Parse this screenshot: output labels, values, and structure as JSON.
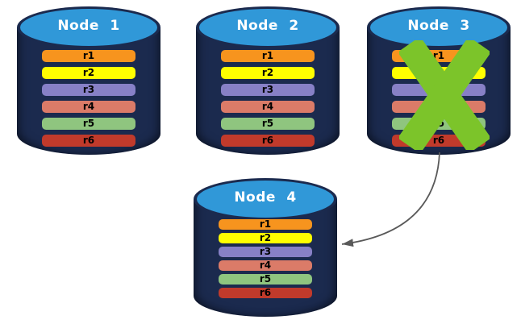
{
  "diagram": {
    "colors": {
      "cylinder_body": "#1B2A4E",
      "cylinder_top": "#3098D8",
      "failure_x": "#7CC42A",
      "arrow": "#595959"
    },
    "nodes": [
      {
        "title": "Node 1",
        "failed": false,
        "records": [
          {
            "label": "r1",
            "color": "#F7941E"
          },
          {
            "label": "r2",
            "color": "#FFFF00"
          },
          {
            "label": "r3",
            "color": "#8780C6"
          },
          {
            "label": "r4",
            "color": "#DB7B68"
          },
          {
            "label": "r5",
            "color": "#8FC57F"
          },
          {
            "label": "r6",
            "color": "#C13A2B"
          }
        ]
      },
      {
        "title": "Node 2",
        "failed": false,
        "records": [
          {
            "label": "r1",
            "color": "#F7941E"
          },
          {
            "label": "r2",
            "color": "#FFFF00"
          },
          {
            "label": "r3",
            "color": "#8780C6"
          },
          {
            "label": "r4",
            "color": "#DB7B68"
          },
          {
            "label": "r5",
            "color": "#8FC57F"
          },
          {
            "label": "r6",
            "color": "#C13A2B"
          }
        ]
      },
      {
        "title": "Node 3",
        "failed": true,
        "records": [
          {
            "label": "r1",
            "color": "#F7941E"
          },
          {
            "label": "r2",
            "color": "#FFFF00"
          },
          {
            "label": "r3",
            "color": "#8780C6"
          },
          {
            "label": "r4",
            "color": "#DB7B68"
          },
          {
            "label": "r5",
            "color": "#8FC57F"
          },
          {
            "label": "r6",
            "color": "#C13A2B"
          }
        ]
      },
      {
        "title": "Node 4",
        "failed": false,
        "records": [
          {
            "label": "r1",
            "color": "#F7941E"
          },
          {
            "label": "r2",
            "color": "#FFFF00"
          },
          {
            "label": "r3",
            "color": "#8780C6"
          },
          {
            "label": "r4",
            "color": "#DB7B68"
          },
          {
            "label": "r5",
            "color": "#8FC57F"
          },
          {
            "label": "r6",
            "color": "#C13A2B"
          }
        ]
      }
    ]
  }
}
